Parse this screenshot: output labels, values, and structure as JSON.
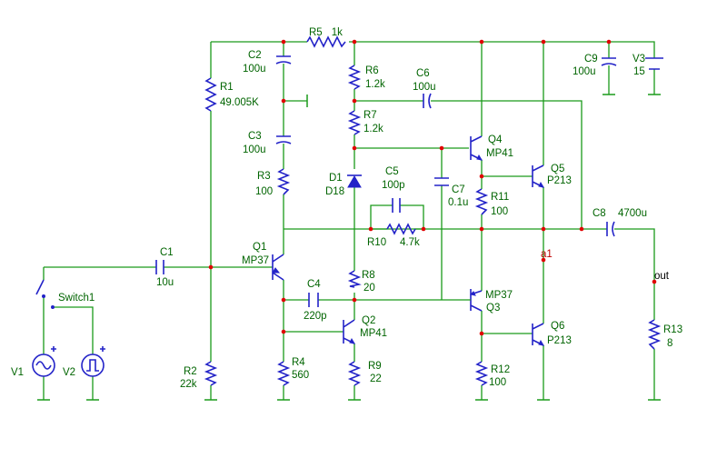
{
  "components": {
    "R5": {
      "name": "R5",
      "value": "1k"
    },
    "R1": {
      "name": "R1",
      "value": "49.005K"
    },
    "R2": {
      "name": "R2",
      "value": "22k"
    },
    "R3": {
      "name": "R3",
      "value": "100"
    },
    "R4": {
      "name": "R4",
      "value": "560"
    },
    "R6": {
      "name": "R6",
      "value": "1.2k"
    },
    "R7": {
      "name": "R7",
      "value": "1.2k"
    },
    "R8": {
      "name": "R8",
      "value": "20"
    },
    "R9": {
      "name": "R9",
      "value": "22"
    },
    "R10": {
      "name": "R10",
      "value": "4.7k"
    },
    "R11": {
      "name": "R11",
      "value": "100"
    },
    "R12": {
      "name": "R12",
      "value": "100"
    },
    "R13": {
      "name": "R13",
      "value": "8"
    },
    "C1": {
      "name": "C1",
      "value": "10u"
    },
    "C2": {
      "name": "C2",
      "value": "100u"
    },
    "C3": {
      "name": "C3",
      "value": "100u"
    },
    "C4": {
      "name": "C4",
      "value": "220p"
    },
    "C5": {
      "name": "C5",
      "value": "100p"
    },
    "C6": {
      "name": "C6",
      "value": "100u"
    },
    "C7": {
      "name": "C7",
      "value": "0.1u"
    },
    "C8": {
      "name": "C8",
      "value": "4700u"
    },
    "C9": {
      "name": "C9",
      "value": "100u"
    },
    "V1": {
      "name": "V1"
    },
    "V2": {
      "name": "V2"
    },
    "V3": {
      "name": "V3",
      "value": "15"
    },
    "D1": {
      "name": "D1",
      "value": "D18"
    },
    "Q1": {
      "name": "Q1",
      "value": "MP37"
    },
    "Q2": {
      "name": "Q2",
      "value": "MP41"
    },
    "Q3": {
      "name": "Q3",
      "value": "MP37"
    },
    "Q4": {
      "name": "Q4",
      "value": "MP41"
    },
    "Q5": {
      "name": "Q5",
      "value": "P213"
    },
    "Q6": {
      "name": "Q6",
      "value": "P213"
    },
    "Switch1": {
      "name": "Switch1"
    }
  },
  "nets": {
    "a1": "a1",
    "out": "out"
  },
  "colors": {
    "wire": "#1a9a1a",
    "component": "#2323c8",
    "label": "#006400",
    "node": "#e00000"
  }
}
